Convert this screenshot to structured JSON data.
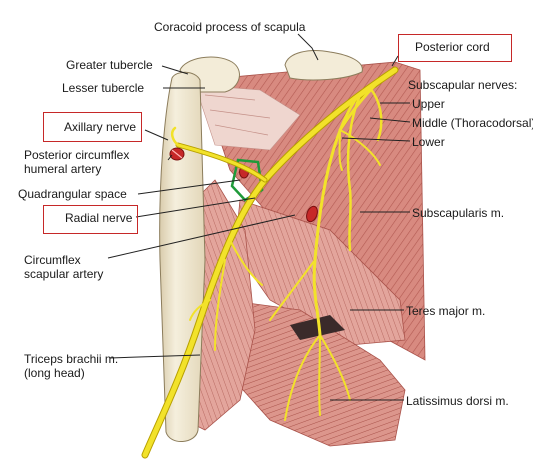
{
  "figure": {
    "colors": {
      "nerve": "#f2e22a",
      "nerve_outline": "#b8a000",
      "bone": "#f3ecd8",
      "bone_shadow": "#d9ccac",
      "muscle": "#d88a80",
      "muscle_dark": "#b35a52",
      "muscle_light": "#ecc0b8",
      "artery": "#c62828",
      "quadrangular_space_outline": "#1f9a3a",
      "highlight_box": "#c62828",
      "text": "#1a1a1a",
      "leader_line": "#222222"
    },
    "labels": {
      "coracoid": "Coracoid process of scapula",
      "greater_tubercle": "Greater tubercle",
      "lesser_tubercle": "Lesser tubercle",
      "axillary_nerve": "Axillary nerve",
      "posterior_circumflex": "Posterior circumflex humeral artery",
      "quadrangular_space": "Quadrangular space",
      "radial_nerve": "Radial nerve",
      "circumflex_scapular": "Circumflex scapular artery",
      "triceps": "Triceps brachii m. (long head)",
      "posterior_cord": "Posterior cord",
      "subscapular_nerves": "Subscapular nerves:",
      "upper": "Upper",
      "middle": "Middle (Thoracodorsal)",
      "lower": "Lower",
      "subscapularis": "Subscapularis m.",
      "teres_major": "Teres major m.",
      "latissimus": "Latissimus dorsi m."
    },
    "highlighted": [
      "axillary_nerve",
      "radial_nerve",
      "posterior_cord"
    ]
  }
}
